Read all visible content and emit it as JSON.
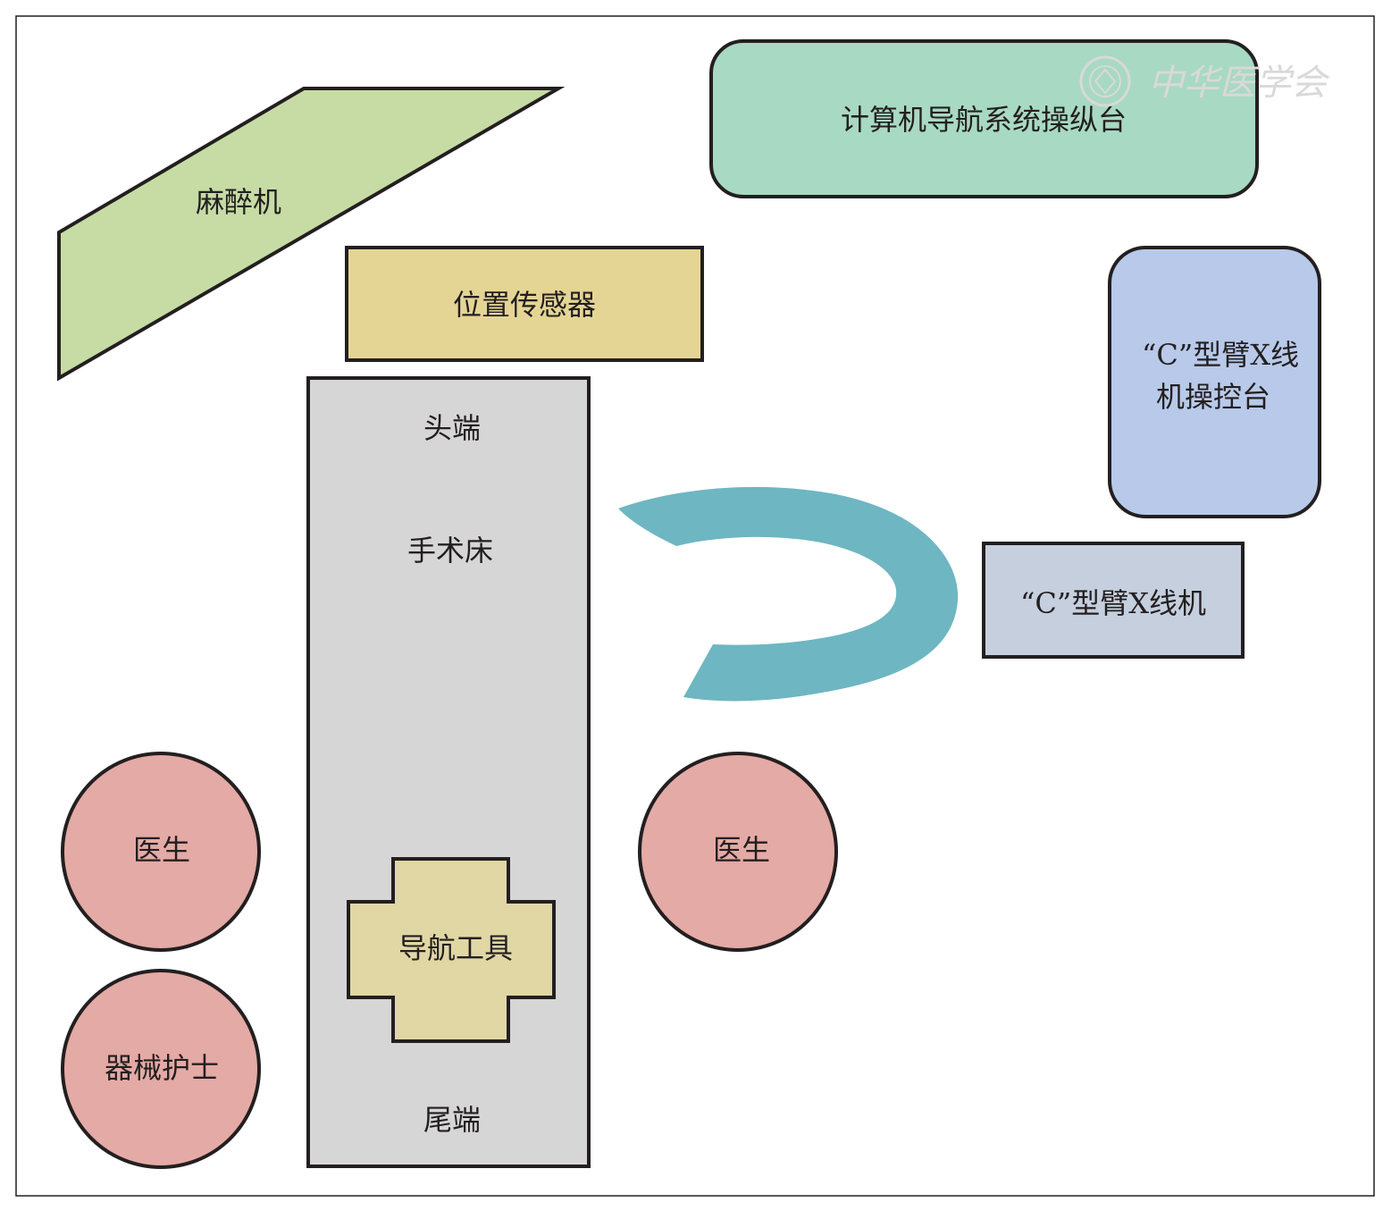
{
  "colors": {
    "anesthesia_machine": "#c6dca4",
    "navigation_console": "#a8d9c3",
    "position_sensor": "#e4d595",
    "carm_console": "#b8c9e9",
    "operating_table": "#d6d6d6",
    "carm_arc": "#6eb6c2",
    "carm_machine": "#c5cfdd",
    "person": "#e4aaa5",
    "navigation_tool": "#e0d7a5",
    "outline": "#231f20",
    "watermark": "#d9d9d9"
  },
  "labels": {
    "anesthesia_machine": "麻醉机",
    "navigation_console": "计算机导航系统操纵台",
    "position_sensor": "位置传感器",
    "carm_console_line1": "“C”型臂X线",
    "carm_console_line2": "机操控台",
    "table_head": "头端",
    "operating_table": "手术床",
    "table_foot": "尾端",
    "navigation_tool": "导航工具",
    "carm_machine": "“C”型臂X线机",
    "doctor_left": "医生",
    "doctor_right": "医生",
    "scrub_nurse": "器械护士"
  },
  "watermark": {
    "text": "中华医学会"
  }
}
